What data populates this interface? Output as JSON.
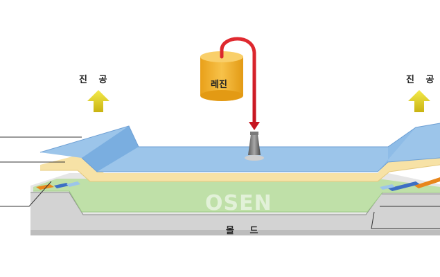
{
  "labels": {
    "vacuum_left": "진 공",
    "vacuum_right": "진 공",
    "resin": "레진",
    "mold": "몰 드"
  },
  "watermark": "OSEN",
  "colors": {
    "film_blue": "#9cc5ea",
    "film_blue_dark": "#7aaee0",
    "layer_yellow": "#f7e2a6",
    "layer_green": "#bfe0a8",
    "mold_grey": "#d8d8d8",
    "resin_drum": "#f2b52a",
    "resin_tube": "#d8202a",
    "arrow_yellow": "#e6d21c"
  }
}
